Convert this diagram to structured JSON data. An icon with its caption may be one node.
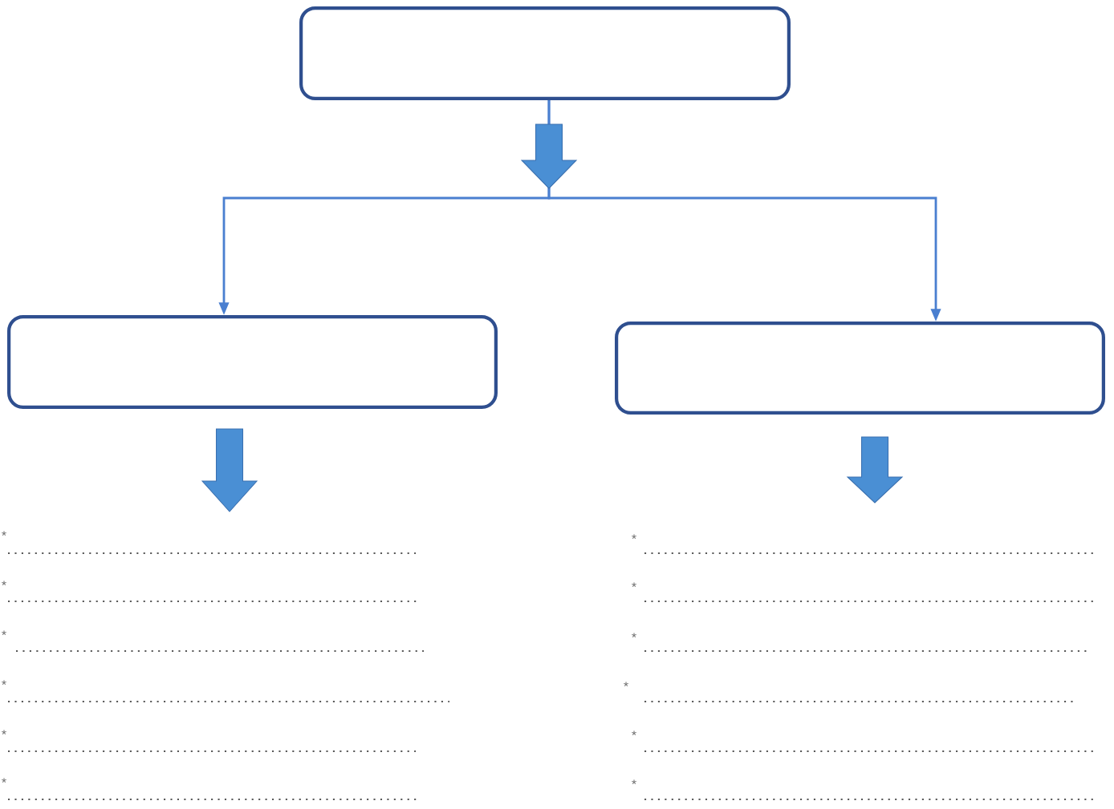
{
  "diagram": {
    "nodes": [
      {
        "text": [],
        "shape": "box"
      },
      {
        "text": [],
        "shape": "box"
      },
      {
        "text": [],
        "shape": "box"
      }
    ],
    "edges": [
      {
        "from": 0,
        "to": 1,
        "arrow": "to"
      },
      {
        "from": 0,
        "to": 2,
        "arrow": "to"
      },
      {
        "from": 1,
        "to": null,
        "arrow": "to",
        "style": "thick"
      },
      {
        "from": 2,
        "to": null,
        "arrow": "to",
        "style": "thick"
      }
    ],
    "labels": [
      "*",
      "*",
      "*",
      "*",
      "*",
      "*",
      "*",
      "*",
      "*",
      "*",
      "*",
      "*"
    ]
  }
}
